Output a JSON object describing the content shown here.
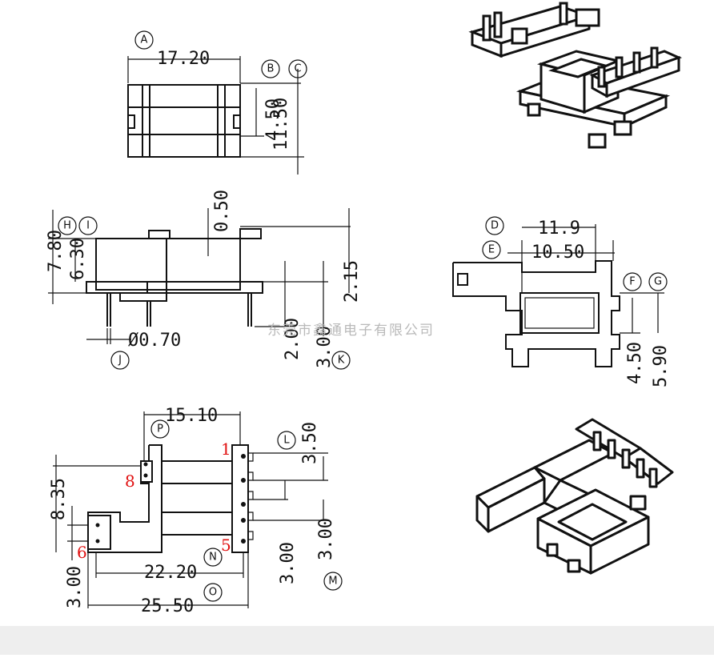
{
  "top_view": {
    "dim_a": "17.20",
    "dim_b": "4.50",
    "dim_c": "11.50",
    "label_a": "A",
    "label_b": "B",
    "label_c": "C"
  },
  "side_view": {
    "dim_top": "0.50",
    "dim_h": "7.80",
    "dim_i": "6.30",
    "dim_right": "2.15",
    "dim_pin_len": "2.00",
    "dim_k": "3.00",
    "dim_j": "Ø0.70",
    "label_h": "H",
    "label_i": "I",
    "label_j": "J",
    "label_k": "K"
  },
  "end_view": {
    "dim_d": "11.9",
    "dim_e": "10.50",
    "dim_f": "4.50",
    "dim_g": "5.90",
    "label_d": "D",
    "label_e": "E",
    "label_f": "F",
    "label_g": "G"
  },
  "bottom_view": {
    "dim_p": "15.10",
    "dim_l": "3.50",
    "dim_835": "8.35",
    "dim_n": "22.20",
    "dim_o": "25.50",
    "dim_left": "3.00",
    "dim_m1": "3.00",
    "dim_m2": "3.00",
    "label_p": "P",
    "label_l": "L",
    "label_n": "N",
    "label_o": "O",
    "label_m": "M",
    "pin_1": "1",
    "pin_5": "5",
    "pin_6": "6",
    "pin_8": "8"
  },
  "watermark": "东莞市鑫通电子有限公司",
  "colors": {
    "line": "#111111",
    "pin_number": "#e01010",
    "watermark": "#b9b9b9",
    "bottom_band": "#eeeeee"
  }
}
